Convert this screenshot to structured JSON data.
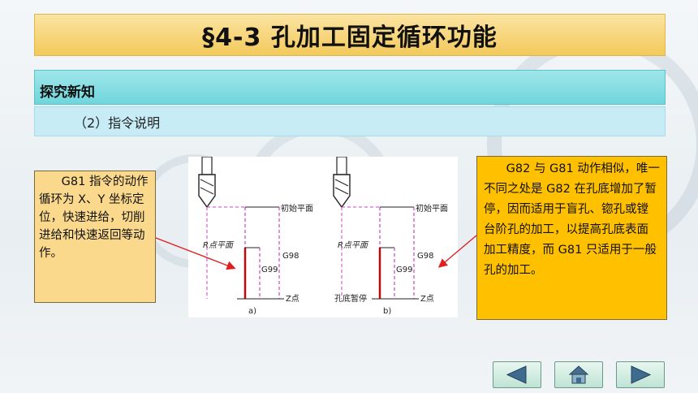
{
  "title": "§4-3  孔加工固定循环功能",
  "section": "探究新知",
  "subsection": "（2）指令说明",
  "note_left": "      G81 指令的动作循环为 X、Y 坐标定位，快速进给，切削进给和快速返回等动作。",
  "note_right": "      G82 与 G81 动作相似，唯一不同之处是 G82 在孔底增加了暂停，因而适用于盲孔、锪孔或镗台阶孔的加工，以提高孔底表面加工精度，而 G81 只适用于一般孔的加工。",
  "figure": {
    "initial_plane": "初始平面",
    "r_plane": "R点平面",
    "g98": "G98",
    "g99": "G99",
    "z_point": "Z点",
    "dwell": "孔底暂停",
    "label_a": "a)",
    "label_b": "b)"
  },
  "nav": {
    "prev_icon": "triangle-left-icon",
    "home_icon": "home-icon",
    "next_icon": "triangle-right-icon"
  },
  "colors": {
    "title_bg": "#f3c95b",
    "section_bg": "#6fd6dc",
    "note_right_bg": "#ffc000",
    "arrow": "#e02020"
  }
}
